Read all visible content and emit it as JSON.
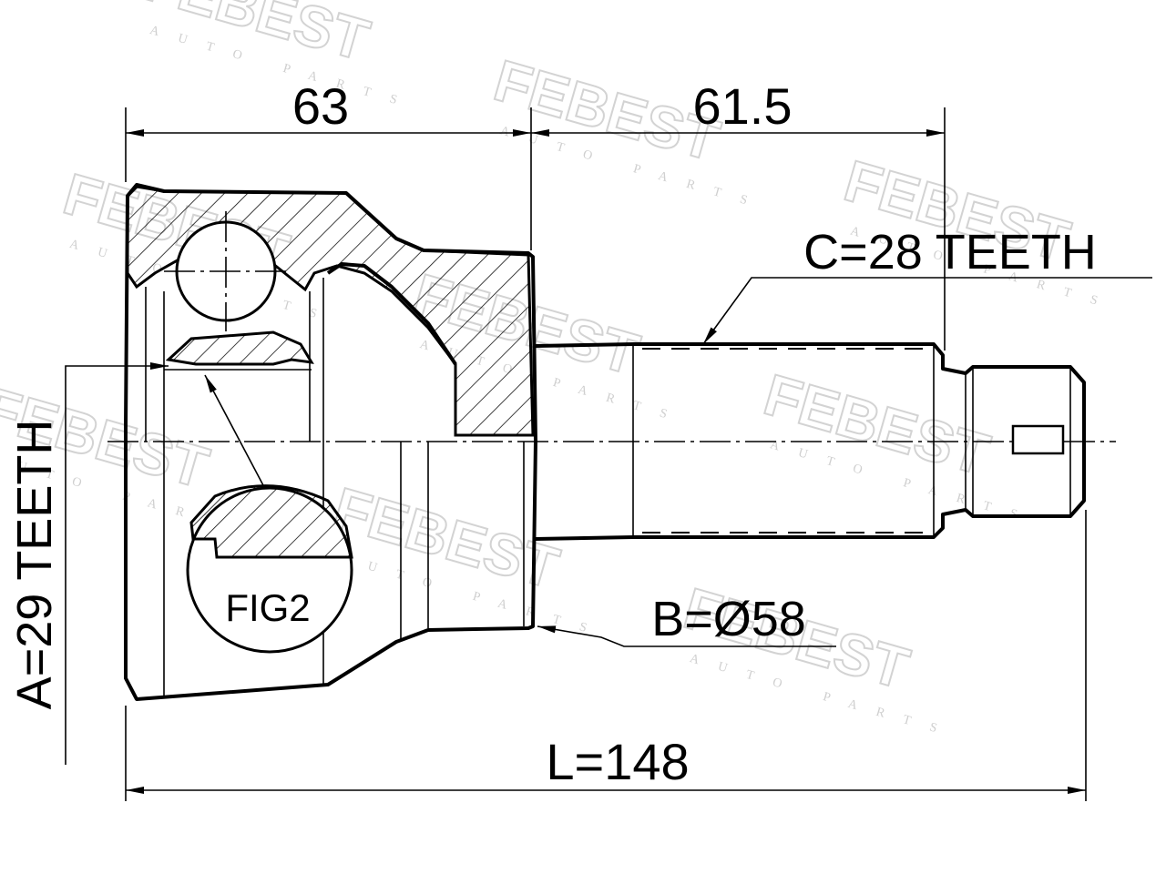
{
  "drawing": {
    "dimensions": {
      "housing_length": "63",
      "shaft_length": "61.5",
      "overall_length": "L=148",
      "outer_spline": "C=28 TEETH",
      "seal_diameter": "B=Ø58",
      "inner_spline": "A=29 TEETH"
    },
    "detail_label": "FIG2"
  },
  "watermark": {
    "brand": "FEBEST",
    "tagline": "AUTO PARTS"
  }
}
